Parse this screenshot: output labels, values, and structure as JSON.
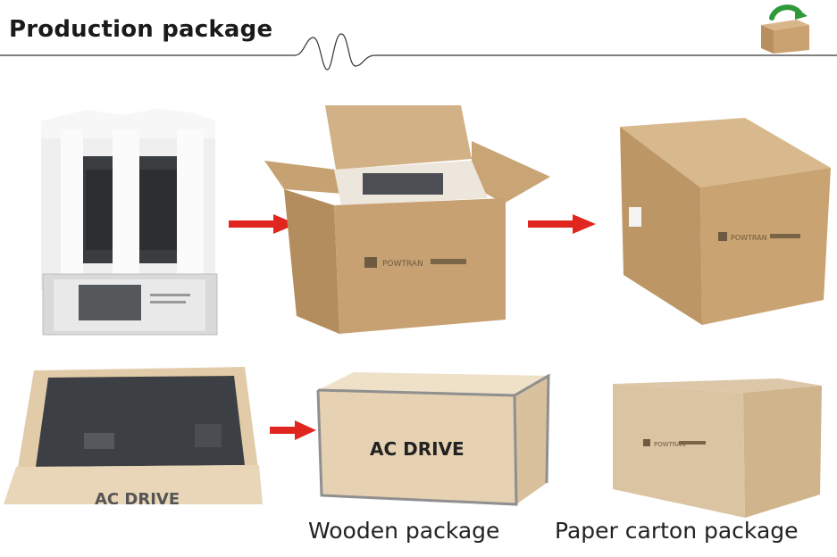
{
  "header": {
    "title": "Production package"
  },
  "box_print": {
    "brand": "POWTRAN",
    "stamp": "AC DRIVE",
    "stamp_partial": "AC DRIVE"
  },
  "captions": {
    "wooden": "Wooden package",
    "carton": "Paper carton package"
  },
  "colors": {
    "arrow": "#e0261f",
    "cardboard": "#c9a57a",
    "plywood": "#e8d3b4",
    "foam": "#f2f2f2"
  },
  "icons": {
    "logo": "recycle-box-icon",
    "arrow": "arrow-right-icon"
  }
}
